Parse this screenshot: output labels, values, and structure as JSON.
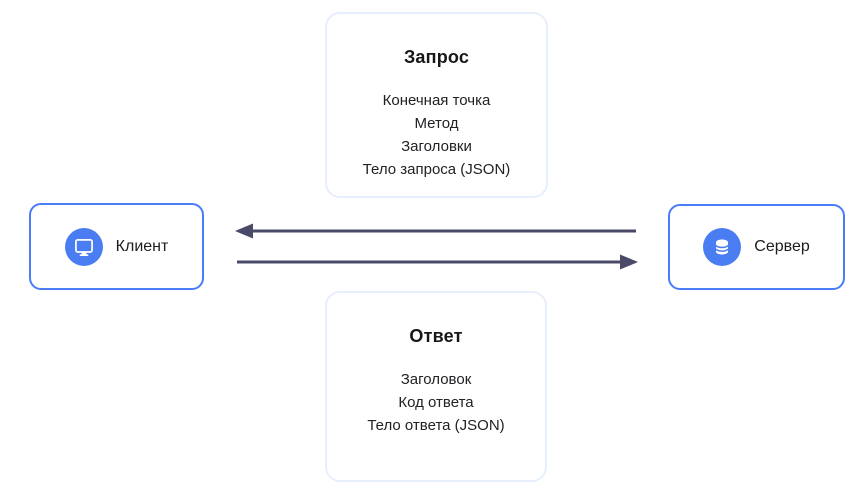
{
  "diagram": {
    "request_card": {
      "title": "Запрос",
      "items": [
        "Конечная точка",
        "Метод",
        "Заголовки",
        "Тело запроса (JSON)"
      ]
    },
    "response_card": {
      "title": "Ответ",
      "items": [
        "Заголовок",
        "Код ответа",
        "Тело ответа (JSON)"
      ]
    },
    "client_node": {
      "label": "Клиент",
      "icon": "monitor-icon"
    },
    "server_node": {
      "label": "Сервер",
      "icon": "database-icon"
    },
    "arrows": [
      {
        "name": "arrow-to-client",
        "direction": "left"
      },
      {
        "name": "arrow-to-server",
        "direction": "right"
      }
    ],
    "colors": {
      "node_border": "#4a7cfa",
      "icon_circle": "#4a7df2",
      "card_border": "#e7eefc",
      "arrow": "#4b4968",
      "text": "#1f1f23"
    }
  }
}
